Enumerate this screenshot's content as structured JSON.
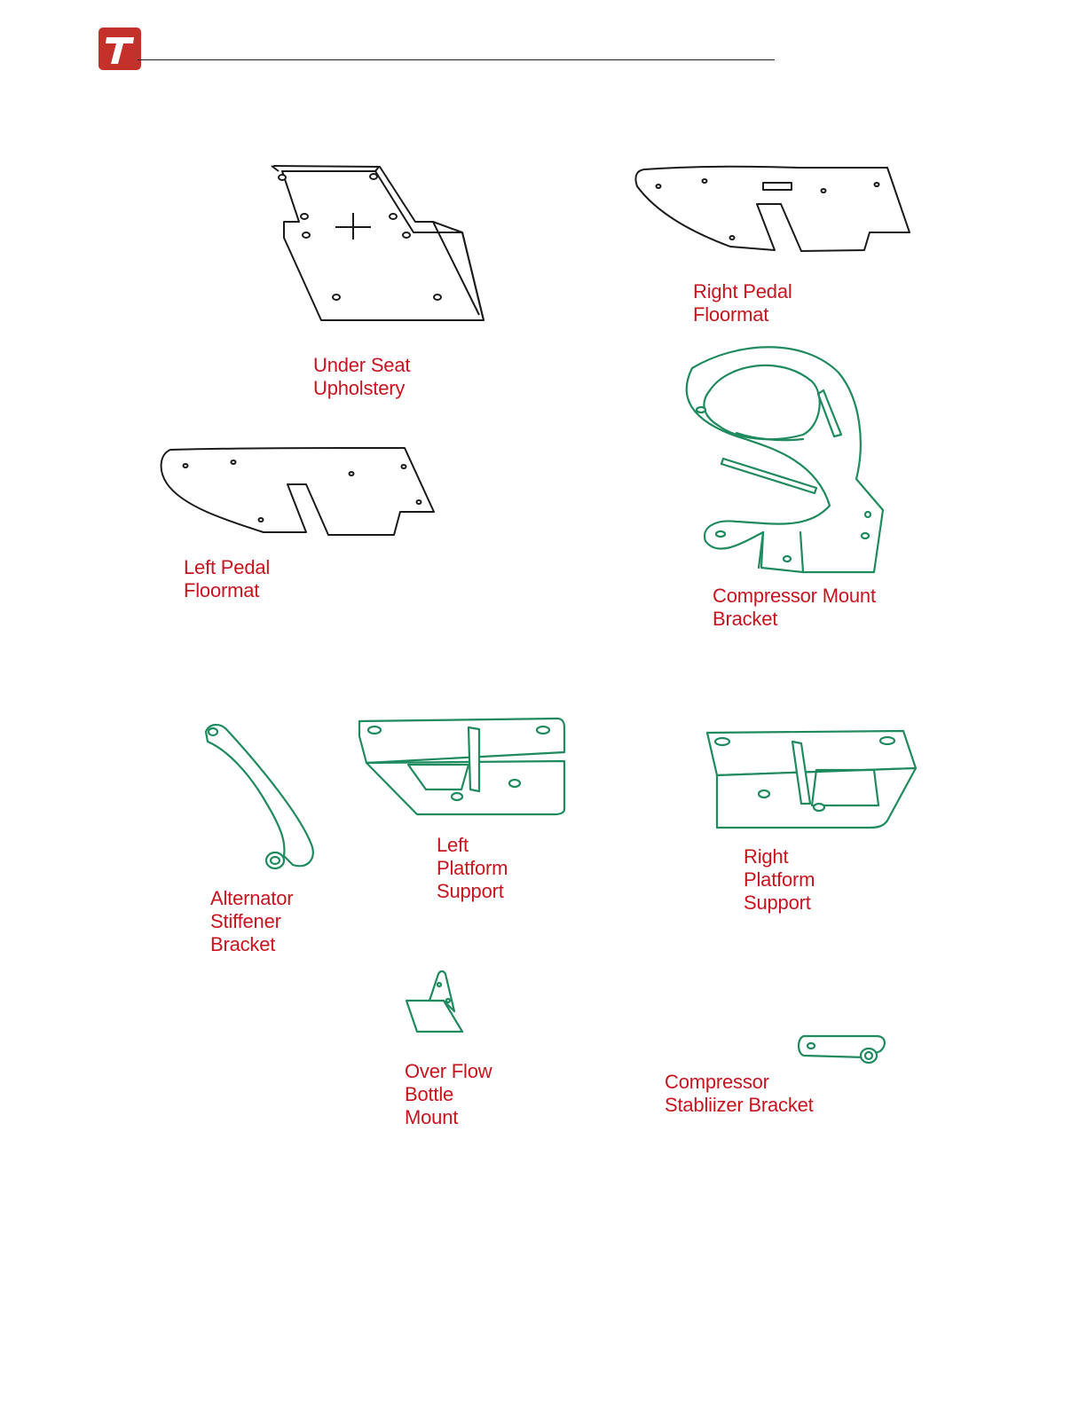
{
  "colors": {
    "brand": "#c4312b",
    "label": "#c8141e",
    "outline_black": "#1a1a1a",
    "outline_green": "#1f8a5e"
  },
  "header": {
    "logo_letter": "T"
  },
  "parts": [
    {
      "id": "under-seat-upholstery",
      "lines": [
        "Under Seat",
        "Upholstery"
      ]
    },
    {
      "id": "right-pedal-floormat",
      "lines": [
        "Right Pedal",
        "Floormat"
      ]
    },
    {
      "id": "left-pedal-floormat",
      "lines": [
        "Left Pedal",
        "Floormat"
      ]
    },
    {
      "id": "compressor-mount-bracket",
      "lines": [
        "Compressor Mount",
        "Bracket"
      ]
    },
    {
      "id": "alternator-stiffener-bracket",
      "lines": [
        "Alternator",
        "Stiffener",
        "Bracket"
      ]
    },
    {
      "id": "left-platform-support",
      "lines": [
        "Left",
        "Platform",
        "Support"
      ]
    },
    {
      "id": "right-platform-support",
      "lines": [
        "Right",
        "Platform",
        "Support"
      ]
    },
    {
      "id": "over-flow-bottle-mount",
      "lines": [
        "Over Flow",
        "Bottle",
        "Mount"
      ]
    },
    {
      "id": "compressor-stabilizer-bracket",
      "lines": [
        "Compressor",
        "Stabliizer Bracket"
      ]
    }
  ]
}
